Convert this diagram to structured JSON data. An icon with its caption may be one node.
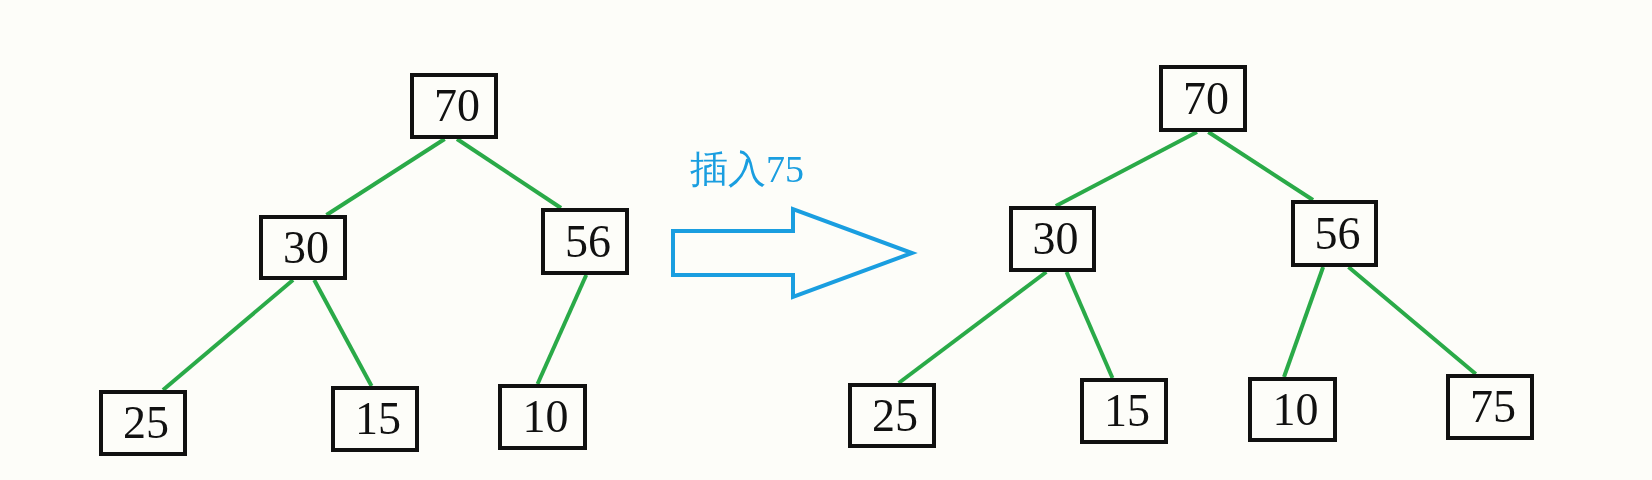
{
  "diagram": {
    "nodes": [
      {
        "text": [
          "70"
        ]
      },
      {
        "text": [
          "30"
        ]
      },
      {
        "text": [
          "56"
        ]
      },
      {
        "text": [
          "25"
        ]
      },
      {
        "text": [
          "15"
        ]
      },
      {
        "text": [
          "10"
        ]
      },
      {
        "text": [
          "70"
        ]
      },
      {
        "text": [
          "30"
        ]
      },
      {
        "text": [
          "56"
        ]
      },
      {
        "text": [
          "25"
        ]
      },
      {
        "text": [
          "15"
        ]
      },
      {
        "text": [
          "10"
        ]
      },
      {
        "text": [
          "75"
        ]
      }
    ],
    "edges": [
      {
        "from": 0,
        "to": 1,
        "arrow": "none"
      },
      {
        "from": 0,
        "to": 2,
        "arrow": "none"
      },
      {
        "from": 1,
        "to": 3,
        "arrow": "none"
      },
      {
        "from": 1,
        "to": 4,
        "arrow": "none"
      },
      {
        "from": 2,
        "to": 5,
        "arrow": "none"
      },
      {
        "from": 6,
        "to": 7,
        "arrow": "none"
      },
      {
        "from": 6,
        "to": 8,
        "arrow": "none"
      },
      {
        "from": 7,
        "to": 9,
        "arrow": "none"
      },
      {
        "from": 7,
        "to": 10,
        "arrow": "none"
      },
      {
        "from": 8,
        "to": 11,
        "arrow": "none"
      },
      {
        "from": 8,
        "to": 12,
        "arrow": "none"
      }
    ],
    "labels": [
      "插入75"
    ]
  }
}
